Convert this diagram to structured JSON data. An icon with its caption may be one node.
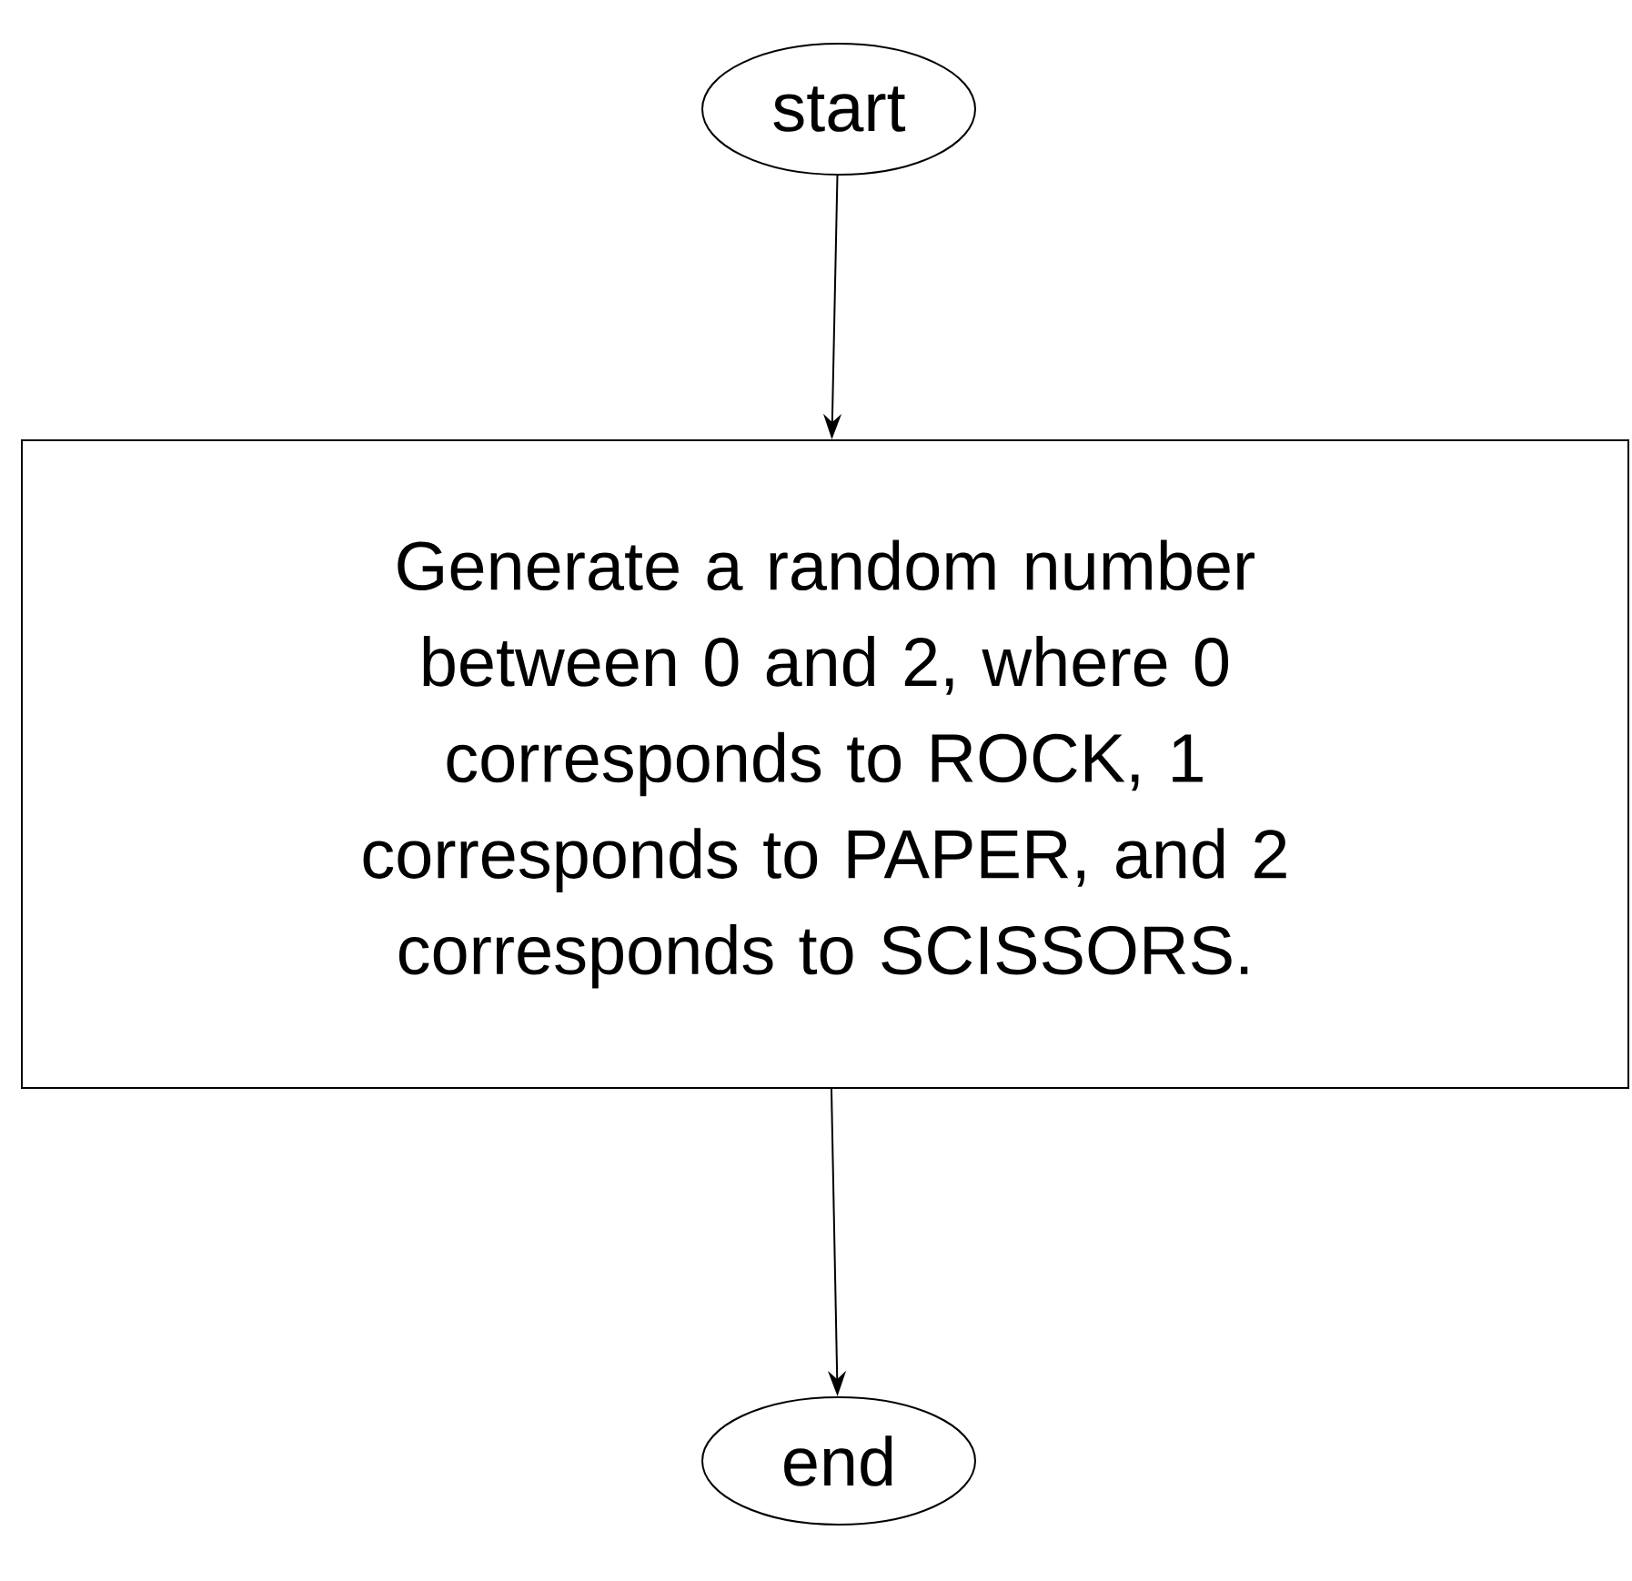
{
  "diagram": {
    "nodes": [
      {
        "text": [
          "start"
        ]
      },
      {
        "text": [
          "Generate a random number between 0 and 2, where 0 corresponds to ROCK, 1 corresponds to PAPER, and 2 corresponds to SCISSORS."
        ]
      },
      {
        "text": [
          "end"
        ]
      }
    ],
    "edges": [
      {
        "from": 0,
        "to": 1,
        "arrow": "to"
      },
      {
        "from": 1,
        "to": 2,
        "arrow": "to"
      }
    ]
  }
}
